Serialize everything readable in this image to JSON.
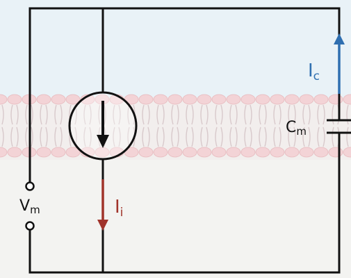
{
  "diagram": {
    "labels": {
      "ionic_current": {
        "main": "I",
        "sub": "i"
      },
      "capacitive_current": {
        "main": "I",
        "sub": "c"
      },
      "membrane_capacitance": {
        "main": "C",
        "sub": "m"
      },
      "membrane_voltage": {
        "main": "V",
        "sub": "m"
      }
    },
    "colors": {
      "ionic_current": "#a0332b",
      "capacitive_current": "#2f6fb0",
      "wire": "#111111",
      "membrane_head": "#f3d3d6",
      "membrane_tail": "#d8c9cb",
      "top_region": "#e9f2f7",
      "bottom_region": "#f3f3f1"
    },
    "components": [
      "current-source",
      "capacitor",
      "voltage-terminals",
      "lipid-bilayer"
    ]
  }
}
